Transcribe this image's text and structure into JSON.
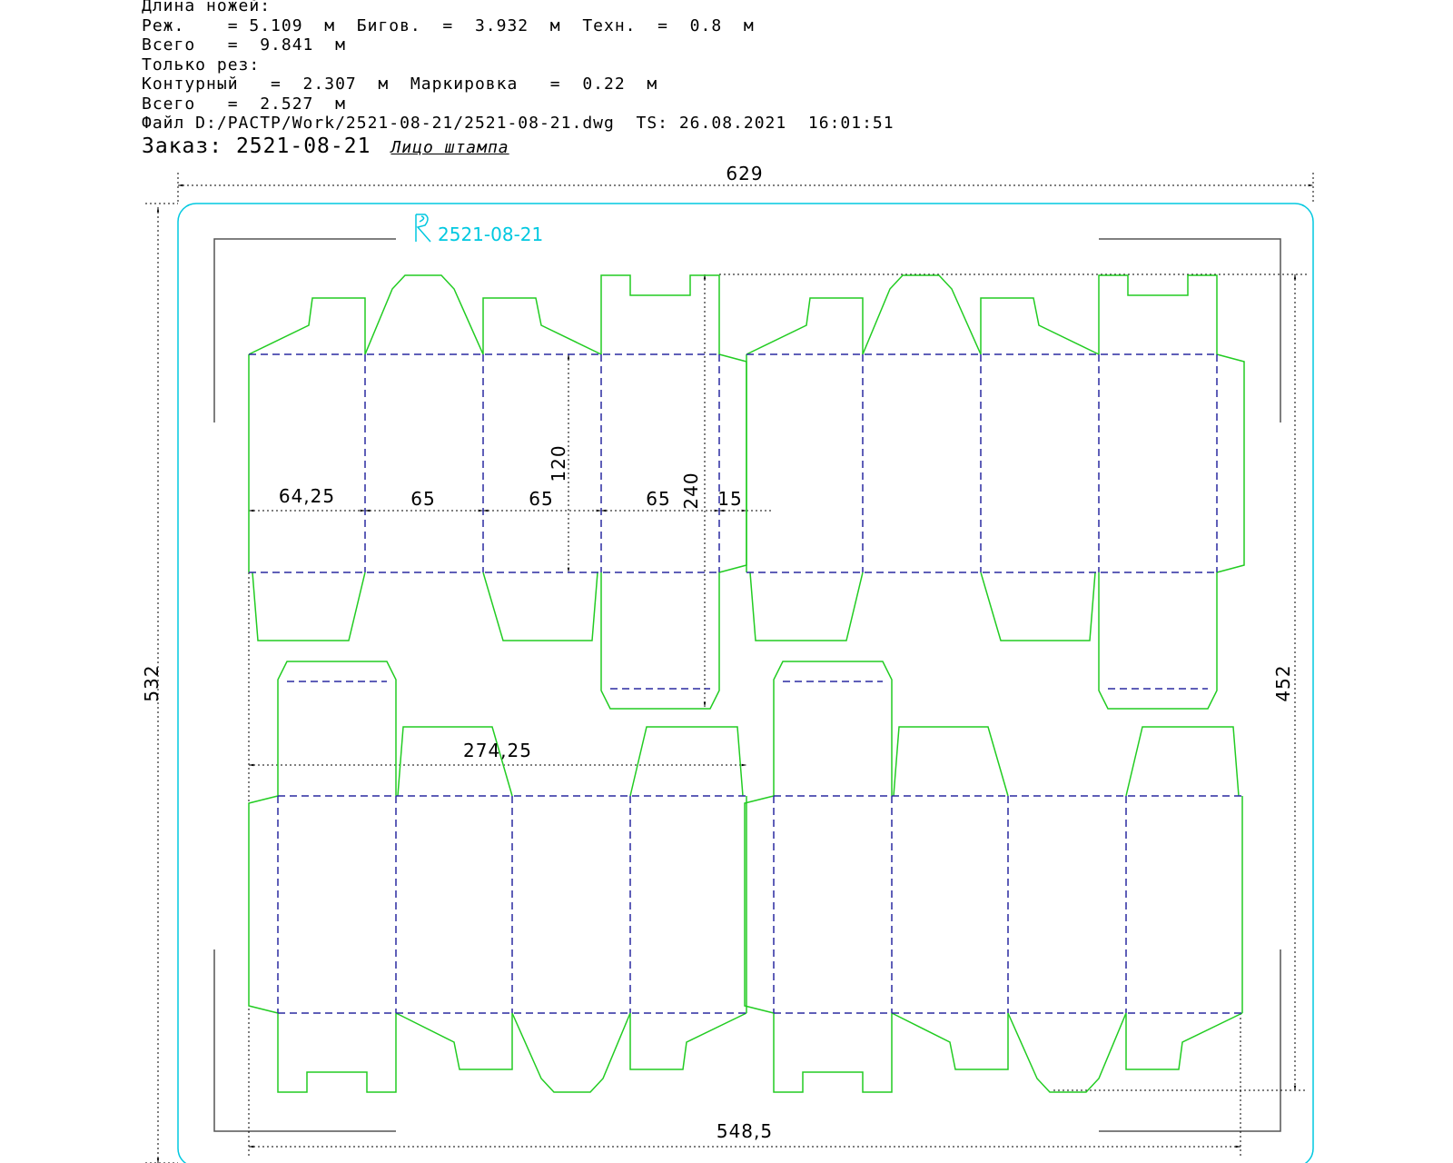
{
  "header": {
    "knife_length_title": "Длина ножей:",
    "line_cut_crease_tech": "Реж.    = 5.109  м  Бигов.  =  3.932  м  Техн.  =  0.8  м",
    "line_total_1": "Всего   =  9.841  м",
    "cut_only_title": "Только рез:",
    "line_contour_marking": "Контурный   =  2.307  м  Маркировка   =  0.22  м",
    "line_total_2": "Всего   =  2.527  м",
    "file_line": "Файл D:/РАСТР/Work/2521-08-21/2521-08-21.dwg  TS: 26.08.2021  16:01:51",
    "order_label": "Заказ:",
    "order_number": "2521-08-21",
    "face_label": "Лицо штампа"
  },
  "marking": {
    "text": "2521-08-21"
  },
  "dimensions": {
    "overall_width": "629",
    "overall_height": "532",
    "layout_height": "452",
    "layout_width": "548,5",
    "panel_1": "64,25",
    "panel_2": "65",
    "panel_3": "65",
    "panel_4": "65",
    "glue_flap": "15",
    "body_height": "120",
    "total_height": "240",
    "blank_width": "274,25"
  },
  "colors": {
    "cut_line": "#22cc22",
    "crease_line": "#2a2aa0",
    "board_outline": "#00c8e0",
    "dimension_line": "#000000"
  }
}
